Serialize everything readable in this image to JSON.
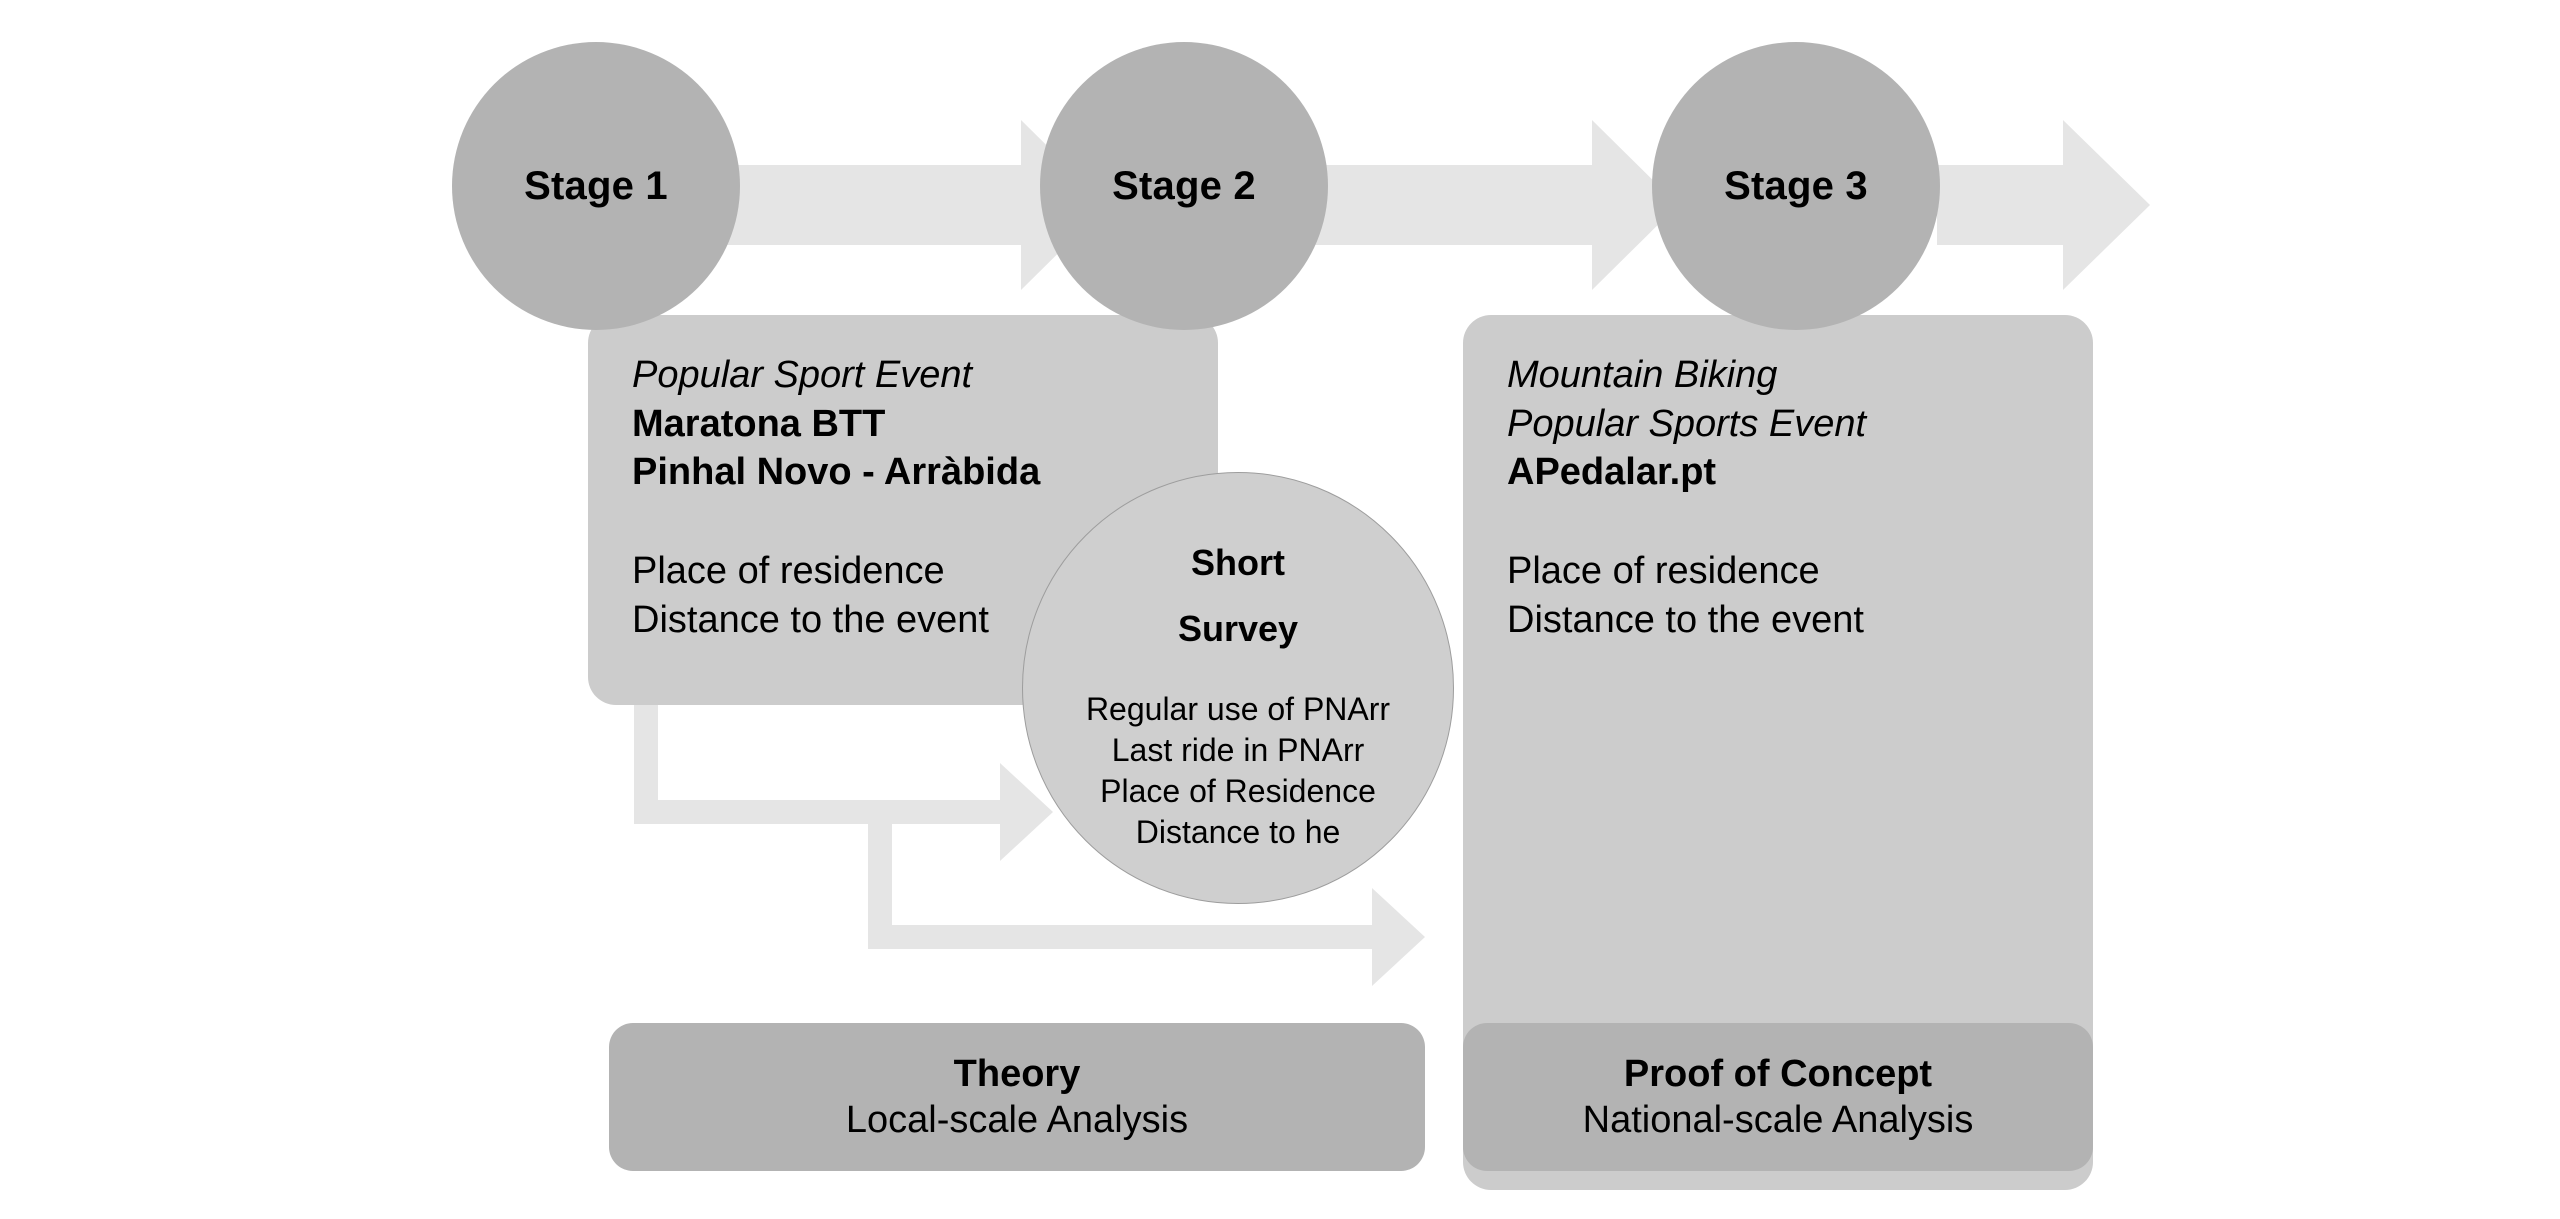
{
  "diagram": {
    "title": "Three-stage research methodology flow",
    "colors": {
      "background": "#ffffff",
      "stage_circle": "#b3b3b3",
      "panel": "#cccccc",
      "survey_circle": "#cfcfcf",
      "survey_circle_border": "#9d9d9d",
      "arrow": "#e5e5e5",
      "footer_bar": "#b3b3b3",
      "text": "#000000"
    },
    "stages": [
      {
        "id": "stage-1",
        "label": "Stage 1"
      },
      {
        "id": "stage-2",
        "label": "Stage 2"
      },
      {
        "id": "stage-3",
        "label": "Stage 3"
      }
    ],
    "panels": [
      {
        "id": "panel-stage-1",
        "heading_italic": "Popular Sport Event",
        "heading_bold_1": "Maratona BTT",
        "heading_bold_2": "Pinhal Novo - Arràbida",
        "body_1": "Place of residence",
        "body_2": "Distance to the event"
      },
      {
        "id": "panel-stage-3",
        "heading_italic_1": "Mountain Biking",
        "heading_italic_2": "Popular Sports Event",
        "heading_bold": "APedalar.pt",
        "body_1": "Place of residence",
        "body_2": "Distance to the event"
      }
    ],
    "survey": {
      "title_line_1": "Short",
      "title_line_2": "Survey",
      "items": [
        "Regular use of PNArr",
        "Last ride in PNArr",
        "Place of Residence",
        "Distance to he"
      ]
    },
    "footers": [
      {
        "id": "footer-theory",
        "title": "Theory",
        "subtitle": "Local-scale Analysis"
      },
      {
        "id": "footer-proof",
        "title": "Proof of Concept",
        "subtitle": "National-scale Analysis"
      }
    ],
    "arrows": [
      {
        "id": "arrow-stage-1-right",
        "direction": "right"
      },
      {
        "id": "arrow-stage-2-right",
        "direction": "right"
      },
      {
        "id": "arrow-stage-3-right",
        "direction": "right"
      },
      {
        "id": "arrow-elbow-upper",
        "direction": "down-then-right"
      },
      {
        "id": "arrow-elbow-lower",
        "direction": "down-then-right"
      }
    ]
  }
}
